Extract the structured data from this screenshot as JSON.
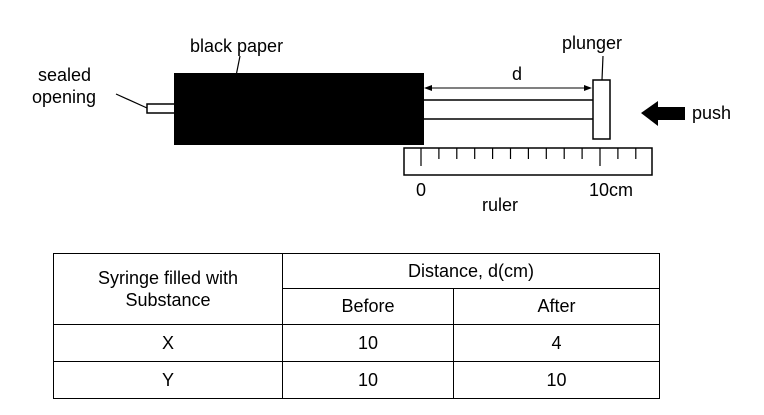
{
  "diagram": {
    "labels": {
      "black_paper": "black paper",
      "sealed_opening_line1": "sealed",
      "sealed_opening_line2": "opening",
      "plunger": "plunger",
      "distance": "d",
      "push": "push",
      "ruler": "ruler",
      "ruler_start": "0",
      "ruler_end": "10cm"
    }
  },
  "table": {
    "header_col1_line1": "Syringe filled with",
    "header_col1_line2": "Substance",
    "header_group": "Distance, d(cm)",
    "header_before": "Before",
    "header_after": "After",
    "rows": [
      {
        "substance": "X",
        "before": "10",
        "after": "4"
      },
      {
        "substance": "Y",
        "before": "10",
        "after": "10"
      }
    ]
  }
}
